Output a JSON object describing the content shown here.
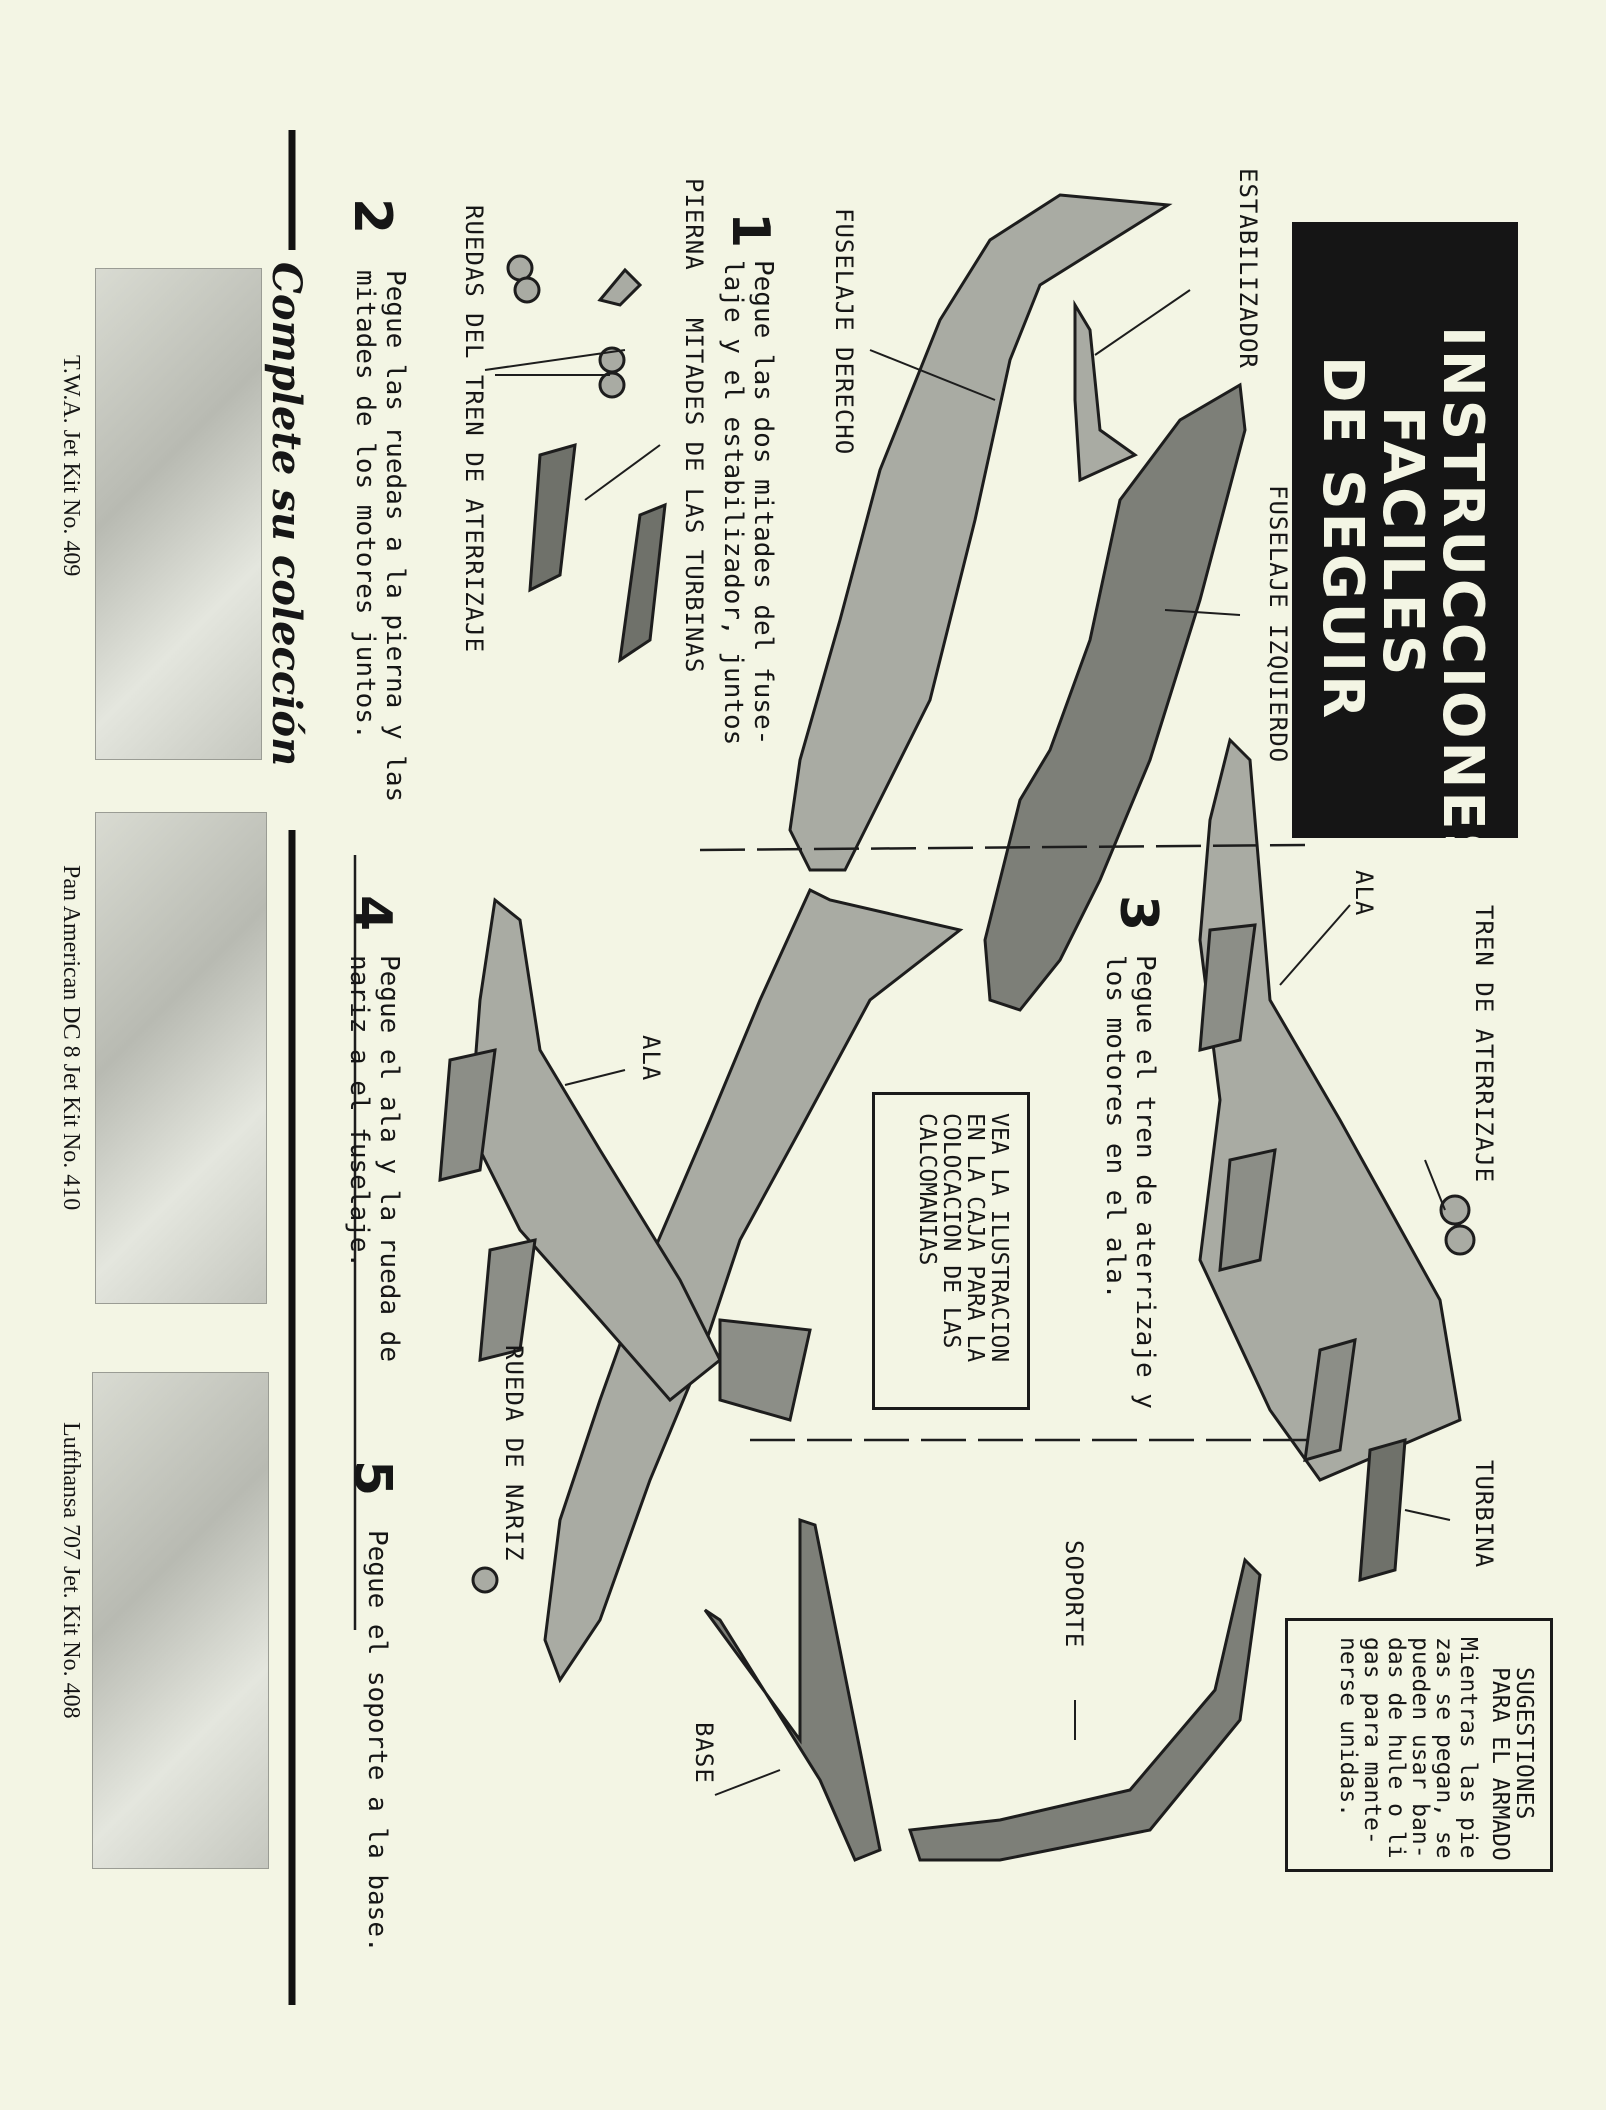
{
  "title": {
    "line1": "INSTRUCCIONES",
    "line2": "FACILES",
    "line3": "DE SEGUIR"
  },
  "steps": [
    {
      "number": "1",
      "text": "Pegue las dos mitades del fuse-\nlaje y el estabilizador, juntos"
    },
    {
      "number": "2",
      "text": "Pegue las ruedas a la pierna y las\nmitades de los motores juntos."
    },
    {
      "number": "3",
      "text": "Pegue el tren de aterrizaje y\nlos motores en el ala."
    },
    {
      "number": "4",
      "text": "Pegue el ala y la rueda de\nnariz a el fuselaje."
    },
    {
      "number": "5",
      "text": "Pegue el soporte a la base."
    }
  ],
  "labels": {
    "estabilizador": "ESTABILIZADOR",
    "fuselaje_izquierdo": "FUSELAJE IZQUIERDO",
    "fuselaje_derecho": "FUSELAJE DERECHO",
    "pierna": "PIERNA",
    "mitades_turbinas": "MITADES DE LAS TURBINAS",
    "ruedas_tren": "RUEDAS  DEL TREN DE ATERRIZAJE",
    "tren_aterrizaje": "TREN DE ATERRIZAJE",
    "ala_1": "ALA",
    "ala_2": "ALA",
    "turbina": "TURBINA",
    "soporte": "SOPORTE",
    "base": "BASE",
    "rueda_nariz": "RUEDA DE NARIZ"
  },
  "decal_note": "VEA LA ILUSTRACION\nEN LA CAJA PARA LA\nCOLOCACION DE LAS\nCALCOMANIAS",
  "tips": {
    "heading": "SUGESTIONES\nPARA EL ARMADO",
    "text": "Mientras las pie\nzas se pegan, se\npueden usar ban-\ndas de hule o li\ngas para mante-\nnerse unidas."
  },
  "collection": {
    "heading": "Complete su colección",
    "kits": [
      {
        "caption": "T.W.A. Jet   Kit No. 409"
      },
      {
        "caption": "Pan American DC 8 Jet Kit No. 410"
      },
      {
        "caption": "Lufthansa 707 Jet.  Kit No. 408"
      }
    ]
  }
}
